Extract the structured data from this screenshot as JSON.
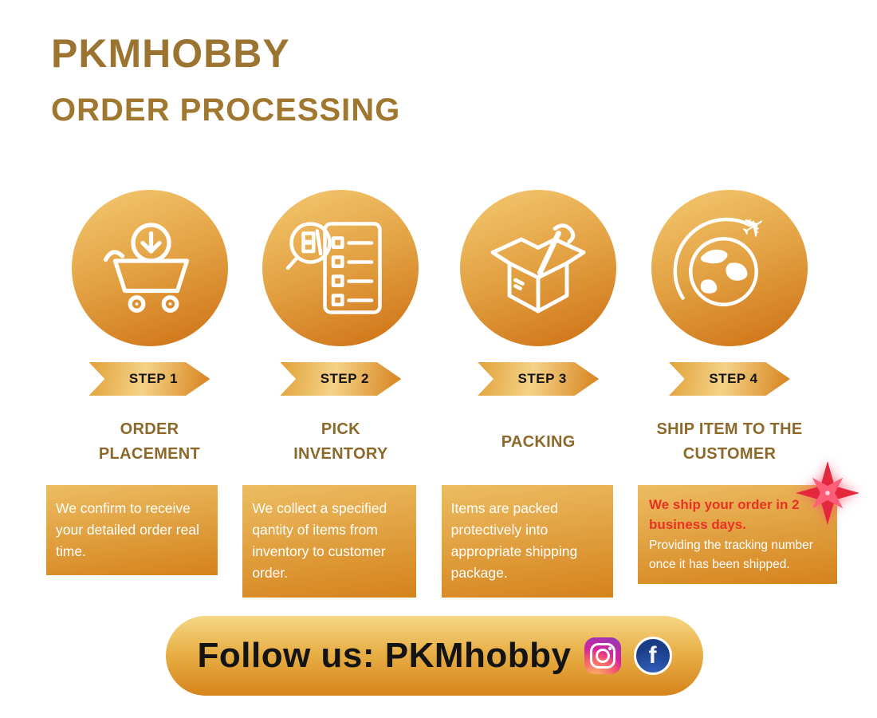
{
  "header": {
    "brand": "PKMHOBBY",
    "title": "ORDER PROCESSING"
  },
  "steps": [
    {
      "badge": "STEP 1",
      "title": "ORDER PLACEMENT",
      "description": "We confirm to receive your detailed order real time.",
      "icon": "cart-download-icon"
    },
    {
      "badge": "STEP 2",
      "title": "PICK INVENTORY",
      "description": "We collect a specified qantity of items from inventory to customer order.",
      "icon": "pick-inventory-icon"
    },
    {
      "badge": "STEP 3",
      "title": "PACKING",
      "description": "Items are packed protectively into appropriate shipping package.",
      "icon": "packing-box-icon"
    },
    {
      "badge": "STEP 4",
      "title": "SHIP ITEM TO THE CUSTOMER",
      "description_highlight": "We ship your order in 2 business days.",
      "description": "Providing the tracking number once it has been shipped.",
      "icon": "ship-globe-icon"
    }
  ],
  "icons": {
    "plane": "✈"
  },
  "footer": {
    "follow_text": "Follow us: PKMhobby",
    "social": [
      {
        "name": "instagram-icon"
      },
      {
        "name": "facebook-icon",
        "glyph": "f"
      }
    ]
  },
  "colors": {
    "brand_text": "#9B7431",
    "step_title_text": "#8C682A",
    "gold_light": "#F5D287",
    "gold_dark": "#D5811C",
    "highlight_red": "#E93223",
    "facebook_blue": "#1A3E86",
    "description_text": "#FFFFFF"
  }
}
